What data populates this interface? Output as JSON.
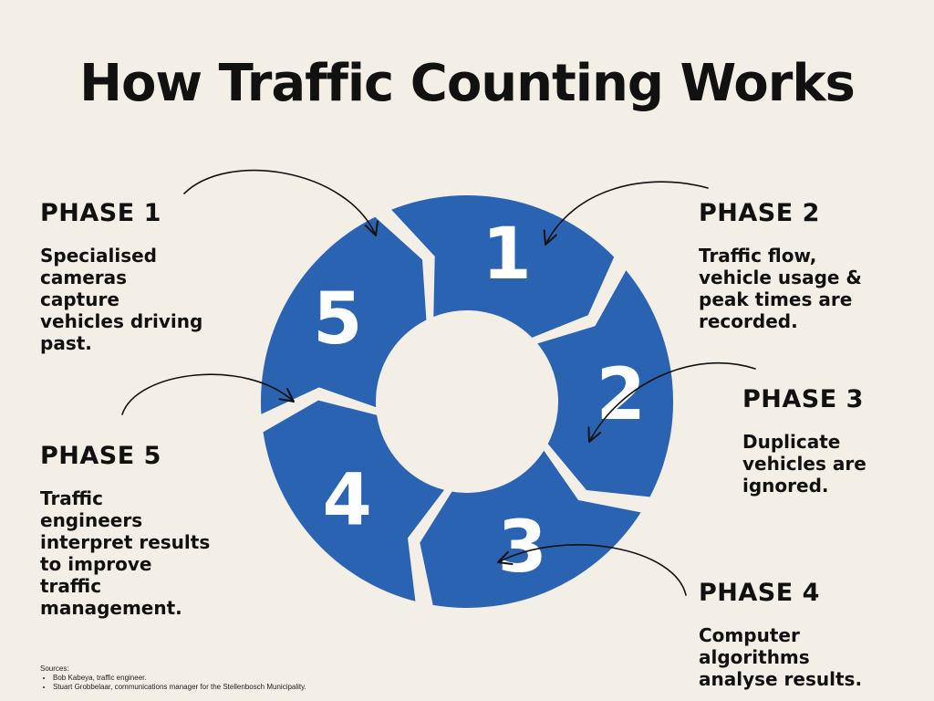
{
  "title": "How Traffic Counting Works",
  "colors": {
    "background": "#f3efe6",
    "segment": "#2b63b3",
    "text": "#111111"
  },
  "phases": [
    {
      "heading": "PHASE 1",
      "number": "1",
      "lines": [
        "Specialised",
        "cameras",
        "capture",
        "vehicles driving",
        "past."
      ]
    },
    {
      "heading": "PHASE 2",
      "number": "2",
      "lines": [
        "Traffic flow,",
        "vehicle usage &",
        "peak times are",
        "recorded."
      ]
    },
    {
      "heading": "PHASE 3",
      "number": "3",
      "lines": [
        "Duplicate",
        "vehicles are",
        "ignored."
      ]
    },
    {
      "heading": "PHASE 4",
      "number": "4",
      "lines": [
        "Computer",
        "algorithms",
        "analyse results."
      ]
    },
    {
      "heading": "PHASE 5",
      "number": "5",
      "lines": [
        "Traffic",
        "engineers",
        "interpret results",
        "to improve",
        "traffic",
        "management."
      ]
    }
  ],
  "sources": {
    "label": "Sources:",
    "items": [
      "Bob Kabeya, traffic engineer.",
      "Stuart Grobbelaar, communications manager for the Stellenbosch Municipality."
    ]
  }
}
